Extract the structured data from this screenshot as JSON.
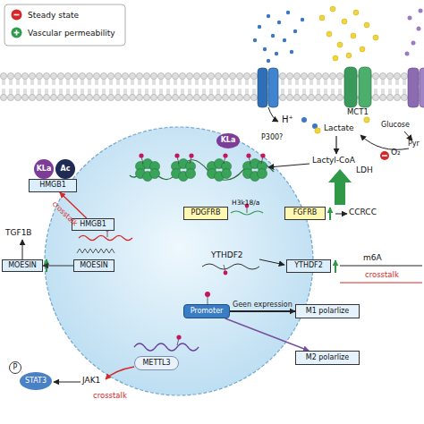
{
  "diagram": {
    "nodes": [
      {
        "text": [
          "KLa"
        ]
      },
      {
        "text": [
          "Ac"
        ]
      },
      {
        "text": [
          "HMGB1"
        ]
      },
      {
        "text": [
          "KLa"
        ]
      },
      {
        "text": [
          "HMGB1"
        ]
      },
      {
        "text": [
          "PDGFRB"
        ]
      },
      {
        "text": [
          "FGFRB"
        ]
      },
      {
        "text": [
          "MOESIN"
        ]
      },
      {
        "text": [
          "MOESIN"
        ]
      },
      {
        "text": [
          "YTHDF2"
        ]
      },
      {
        "text": [
          "Promoter"
        ]
      },
      {
        "text": [
          "M1 polarlize"
        ]
      },
      {
        "text": [
          "M2 polarlize"
        ]
      },
      {
        "text": [
          "METTL3"
        ]
      },
      {
        "text": [
          "P"
        ]
      },
      {
        "text": [
          "STAT3"
        ]
      }
    ],
    "edges": [
      {
        "from": 4,
        "to": 2,
        "arrow": "to",
        "label": "crosstalk"
      },
      {
        "from": 0,
        "to": 2,
        "arrow": "none"
      },
      {
        "from": 1,
        "to": 2,
        "arrow": "none"
      },
      {
        "from": 8,
        "to": 7,
        "arrow": "to"
      },
      {
        "from": 10,
        "to": 11,
        "arrow": "to",
        "label": "Geen expression"
      },
      {
        "from": 10,
        "to": 12,
        "arrow": "to"
      },
      {
        "from": 14,
        "to": 15,
        "arrow": "none"
      }
    ],
    "labels": [
      "H⁺",
      "MCT1",
      "Lactate",
      "Glucose",
      "Pyr",
      "LDH",
      "O₂",
      "Lactyl-CoA",
      "P300?",
      "TGF1B",
      "H3k18/a",
      "CCRCC",
      "YTHDF2",
      "m6A",
      "crosstalk",
      "JAK1",
      "crosstalk"
    ],
    "legend": [
      {
        "text": "Steady state"
      },
      {
        "text": "Vascular permeability"
      }
    ]
  }
}
